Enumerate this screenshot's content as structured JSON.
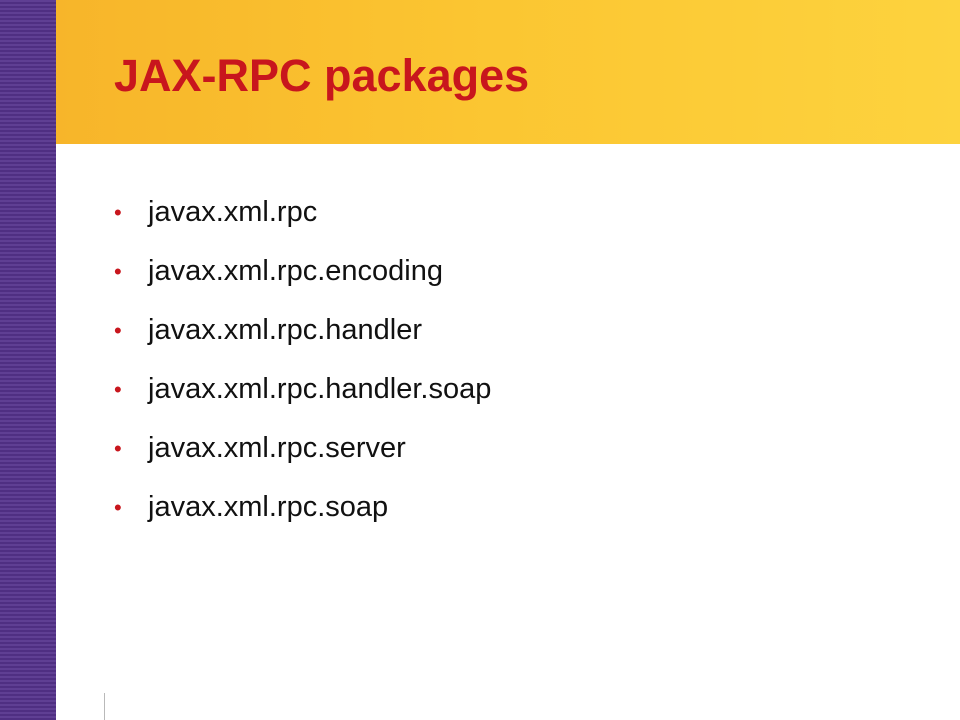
{
  "slide": {
    "title": "JAX-RPC packages",
    "bullet_glyph": "•",
    "bullets": [
      "javax.xml.rpc",
      "javax.xml.rpc.encoding",
      "javax.xml.rpc.handler",
      "javax.xml.rpc.handler.soap",
      "javax.xml.rpc.server",
      "javax.xml.rpc.soap"
    ]
  },
  "colors": {
    "title": "#c8161d",
    "bullet": "#c8161d",
    "header_band": "#fbc531",
    "side_stripe": "#5b3a8e",
    "text": "#111111"
  }
}
